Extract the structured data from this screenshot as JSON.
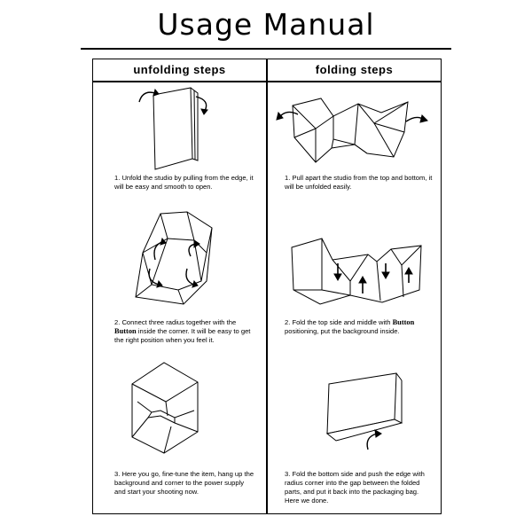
{
  "title": "Usage Manual",
  "columns": {
    "left_header": "unfolding steps",
    "right_header": "folding steps"
  },
  "unfolding_steps": [
    {
      "text": "1. Unfold the studio by pulling from the edge, it will be easy and smooth to open."
    },
    {
      "pre": "2. Connect three radius together with the ",
      "bold": "Button",
      "post": " inside the corner. It will be easy  to get the right position when you feel it."
    },
    {
      "text": "3. Here you go, fine-tune the item, hang up the background and corner to the power supply and start your shooting now."
    }
  ],
  "folding_steps": [
    {
      "text": "1. Pull apart the studio from the top and bottom, it will be unfolded easily."
    },
    {
      "pre": "2. Fold the top side and middle with ",
      "bold": "Button",
      "post": " positioning, put the background inside."
    },
    {
      "text": "3. Fold the bottom side and push the edge with radius corner into the gap between  the folded parts, and put it back into the packaging bag. Here we done."
    }
  ],
  "icons": [
    "curved-arrow-icon",
    "straight-arrow-icon"
  ]
}
